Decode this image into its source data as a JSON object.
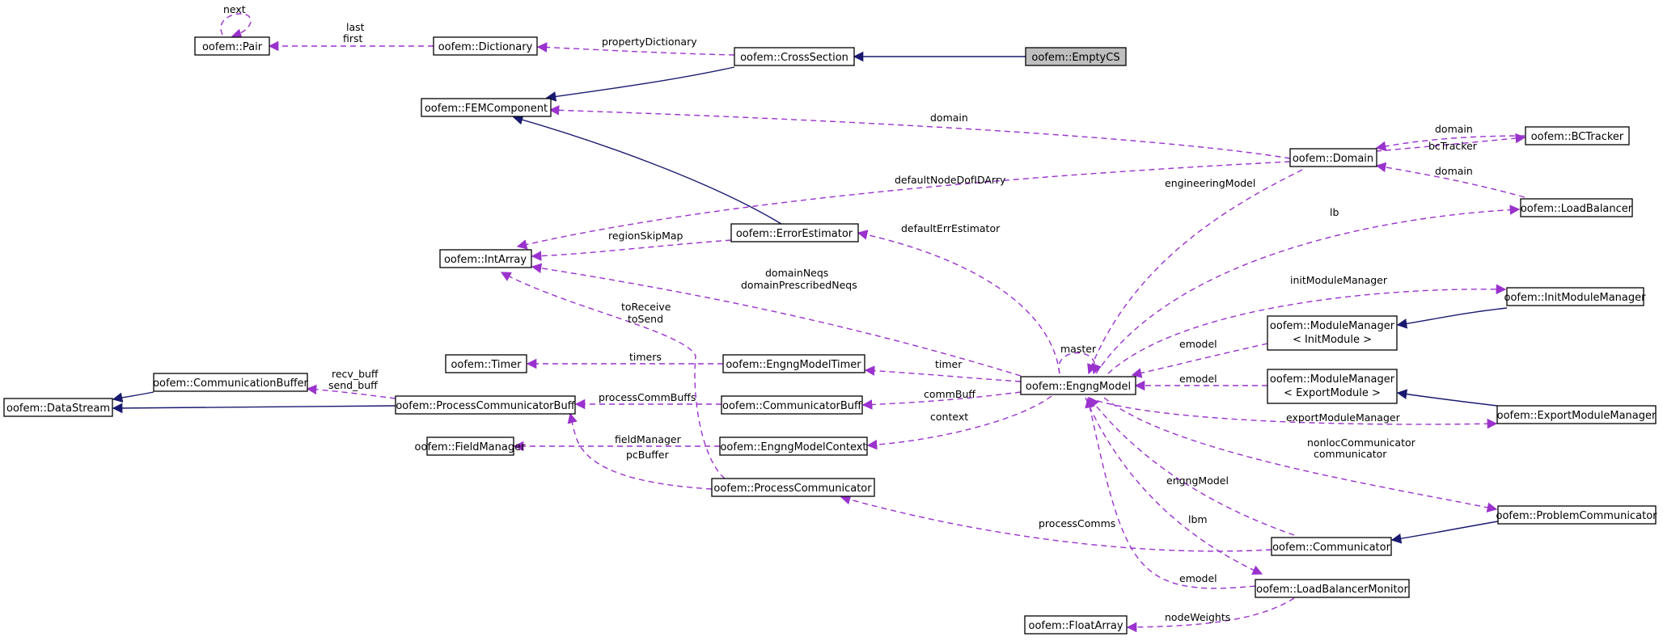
{
  "colors": {
    "inheritance_edge": "#191970",
    "usage_edge": "#9a32cd",
    "highlight_fill": "#bfbfbf"
  },
  "nodes": {
    "pair": "oofem::Pair",
    "dictionary": "oofem::Dictionary",
    "crosssection": "oofem::CrossSection",
    "emptycs": "oofem::EmptyCS",
    "femcomponent": "oofem::FEMComponent",
    "domain": "oofem::Domain",
    "bctracker": "oofem::BCTracker",
    "loadbalancer": "oofem::LoadBalancer",
    "errorestimator": "oofem::ErrorEstimator",
    "intarray": "oofem::IntArray",
    "initmodulemanager": "oofem::InitModuleManager",
    "modulemanager_init": [
      "oofem::ModuleManager",
      "< InitModule >"
    ],
    "modulemanager_export": [
      "oofem::ModuleManager",
      "< ExportModule >"
    ],
    "exportmodulemanager": "oofem::ExportModuleManager",
    "timer": "oofem::Timer",
    "engngmodeltimer": "oofem::EngngModelTimer",
    "engngmodel": "oofem::EngngModel",
    "communicationbuffer": "oofem::CommunicationBuffer",
    "datastream": "oofem::DataStream",
    "processcommunicatorbuff": "oofem::ProcessCommunicatorBuff",
    "communicatorbuff": "oofem::CommunicatorBuff",
    "fieldmanager": "oofem::FieldManager",
    "engngmodelcontext": "oofem::EngngModelContext",
    "processcommunicator": "oofem::ProcessCommunicator",
    "problemcommunicator": "oofem::ProblemCommunicator",
    "communicator": "oofem::Communicator",
    "loadbalancermonitor": "oofem::LoadBalancerMonitor",
    "floatarray": "oofem::FloatArray"
  },
  "edge_labels": {
    "next": "next",
    "last_first": [
      "last",
      "first"
    ],
    "propertyDictionary": "propertyDictionary",
    "domain_fem": "domain",
    "domain_bc": "domain",
    "bcTracker": "bcTracker",
    "domain_lb": "domain",
    "defaultNodeDofIDArry": "defaultNodeDofIDArry",
    "engineeringModel": "engineeringModel",
    "regionSkipMap": "regionSkipMap",
    "defaultErrEstimator": "defaultErrEstimator",
    "lb": "lb",
    "domainNeqs": [
      "domainNeqs",
      "domainPrescribedNeqs"
    ],
    "initModuleManager": "initModuleManager",
    "toReceive": [
      "toReceive",
      "toSend"
    ],
    "master": "master",
    "emodel_init": "emodel",
    "emodel_export": "emodel",
    "timers": "timers",
    "timer": "timer",
    "recv_buff": [
      "recv_buff",
      "send_buff"
    ],
    "processCommBuffs": "processCommBuffs",
    "commBuff": "commBuff",
    "fieldManager": "fieldManager",
    "context": "context",
    "exportModuleManager": "exportModuleManager",
    "pcBuffer": "pcBuffer",
    "nonlocCommunicator": [
      "nonlocCommunicator",
      "communicator"
    ],
    "engngModel": "engngModel",
    "processComms": "processComms",
    "lbm": "lbm",
    "emodel_lbm": "emodel",
    "nodeWeights": "nodeWeights"
  }
}
